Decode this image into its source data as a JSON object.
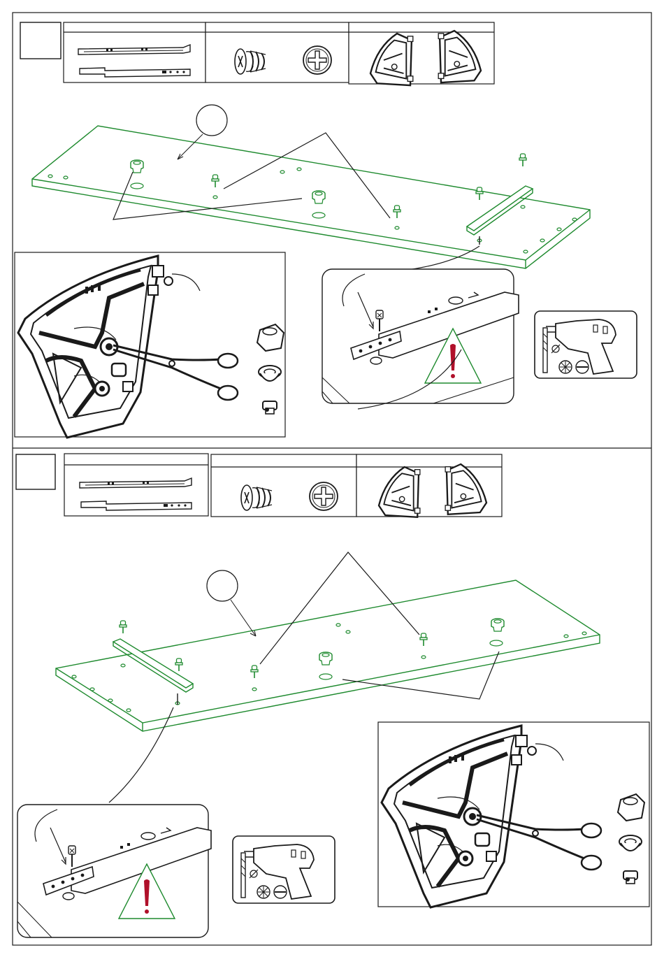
{
  "document": {
    "type": "assembly instruction sheet",
    "step_count": 2,
    "colors": {
      "ink": "#1a1a1a",
      "panel": "#1e8a2e",
      "warning_triangle": "#1e8a2e",
      "warning_mark": "#b0102a"
    },
    "steps": [
      {
        "step_number": "",
        "part_label": "",
        "parts": [
          {
            "name": "drawer-slide-pair",
            "icon": "slide-rail-icon"
          },
          {
            "name": "cam-bolt-and-cross-screw",
            "icon": "screw-icon"
          },
          {
            "name": "swivel-bracket-pair",
            "icon": "swivel-bracket-icon"
          }
        ],
        "details": [
          "bracket-with-pliers-detail",
          "slide-screw-detail-with-warning",
          "drill-tool-box"
        ]
      },
      {
        "step_number": "",
        "part_label": "",
        "parts": [
          {
            "name": "drawer-slide-pair",
            "icon": "slide-rail-icon"
          },
          {
            "name": "cam-bolt-and-cross-screw",
            "icon": "screw-icon"
          },
          {
            "name": "swivel-bracket-pair",
            "icon": "swivel-bracket-icon"
          }
        ],
        "details": [
          "slide-screw-detail-with-warning",
          "drill-tool-box",
          "bracket-with-pliers-detail"
        ]
      }
    ]
  }
}
